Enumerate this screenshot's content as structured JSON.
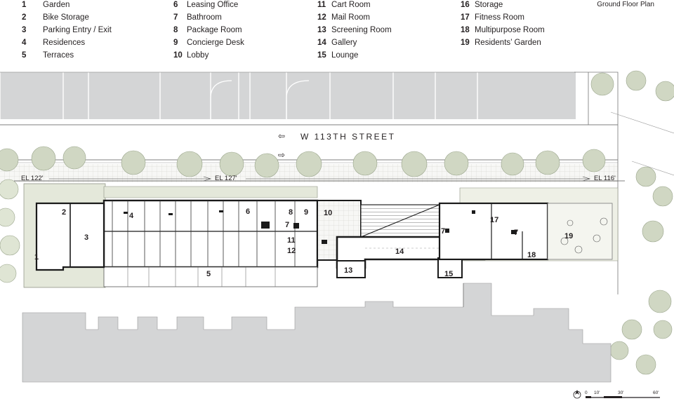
{
  "plan_title": "Ground Floor Plan",
  "legend": [
    [
      {
        "num": "1",
        "label": "Garden"
      },
      {
        "num": "2",
        "label": "Bike Storage"
      },
      {
        "num": "3",
        "label": "Parking Entry / Exit"
      },
      {
        "num": "4",
        "label": "Residences"
      },
      {
        "num": "5",
        "label": "Terraces"
      }
    ],
    [
      {
        "num": "6",
        "label": "Leasing Office"
      },
      {
        "num": "7",
        "label": "Bathroom"
      },
      {
        "num": "8",
        "label": "Package Room"
      },
      {
        "num": "9",
        "label": "Concierge Desk"
      },
      {
        "num": "10",
        "label": "Lobby"
      }
    ],
    [
      {
        "num": "11",
        "label": "Cart Room"
      },
      {
        "num": "12",
        "label": "Mail Room"
      },
      {
        "num": "13",
        "label": "Screening Room"
      },
      {
        "num": "14",
        "label": "Gallery"
      },
      {
        "num": "15",
        "label": "Lounge"
      }
    ],
    [
      {
        "num": "16",
        "label": "Storage"
      },
      {
        "num": "17",
        "label": "Fitness Room"
      },
      {
        "num": "18",
        "label": "Multipurpose Room"
      },
      {
        "num": "19",
        "label": "Residents’ Garden"
      }
    ]
  ],
  "street_name": "W 113TH STREET",
  "elevations": {
    "west": "EL 122'",
    "middle": "EL 127'",
    "east": "EL 116'"
  },
  "room_tags": {
    "r1": "1",
    "r2": "2",
    "r3": "3",
    "r4": "4",
    "r5": "5",
    "r6": "6",
    "r7a": "7",
    "r7b": "7",
    "r7c": "7",
    "r8": "8",
    "r9": "9",
    "r10": "10",
    "r11": "11",
    "r12": "12",
    "r13": "13",
    "r14": "14",
    "r15": "15",
    "r17": "17",
    "r18": "18",
    "r19": "19"
  },
  "scale_bar": {
    "ticks": [
      "0",
      "10'",
      "30'",
      "60'"
    ]
  },
  "colors": {
    "neighbor_fill": "#d4d5d6",
    "landscape_fill": "#e4e8da",
    "wall": "#1a1a1a",
    "tree": "#cfd6c2"
  }
}
